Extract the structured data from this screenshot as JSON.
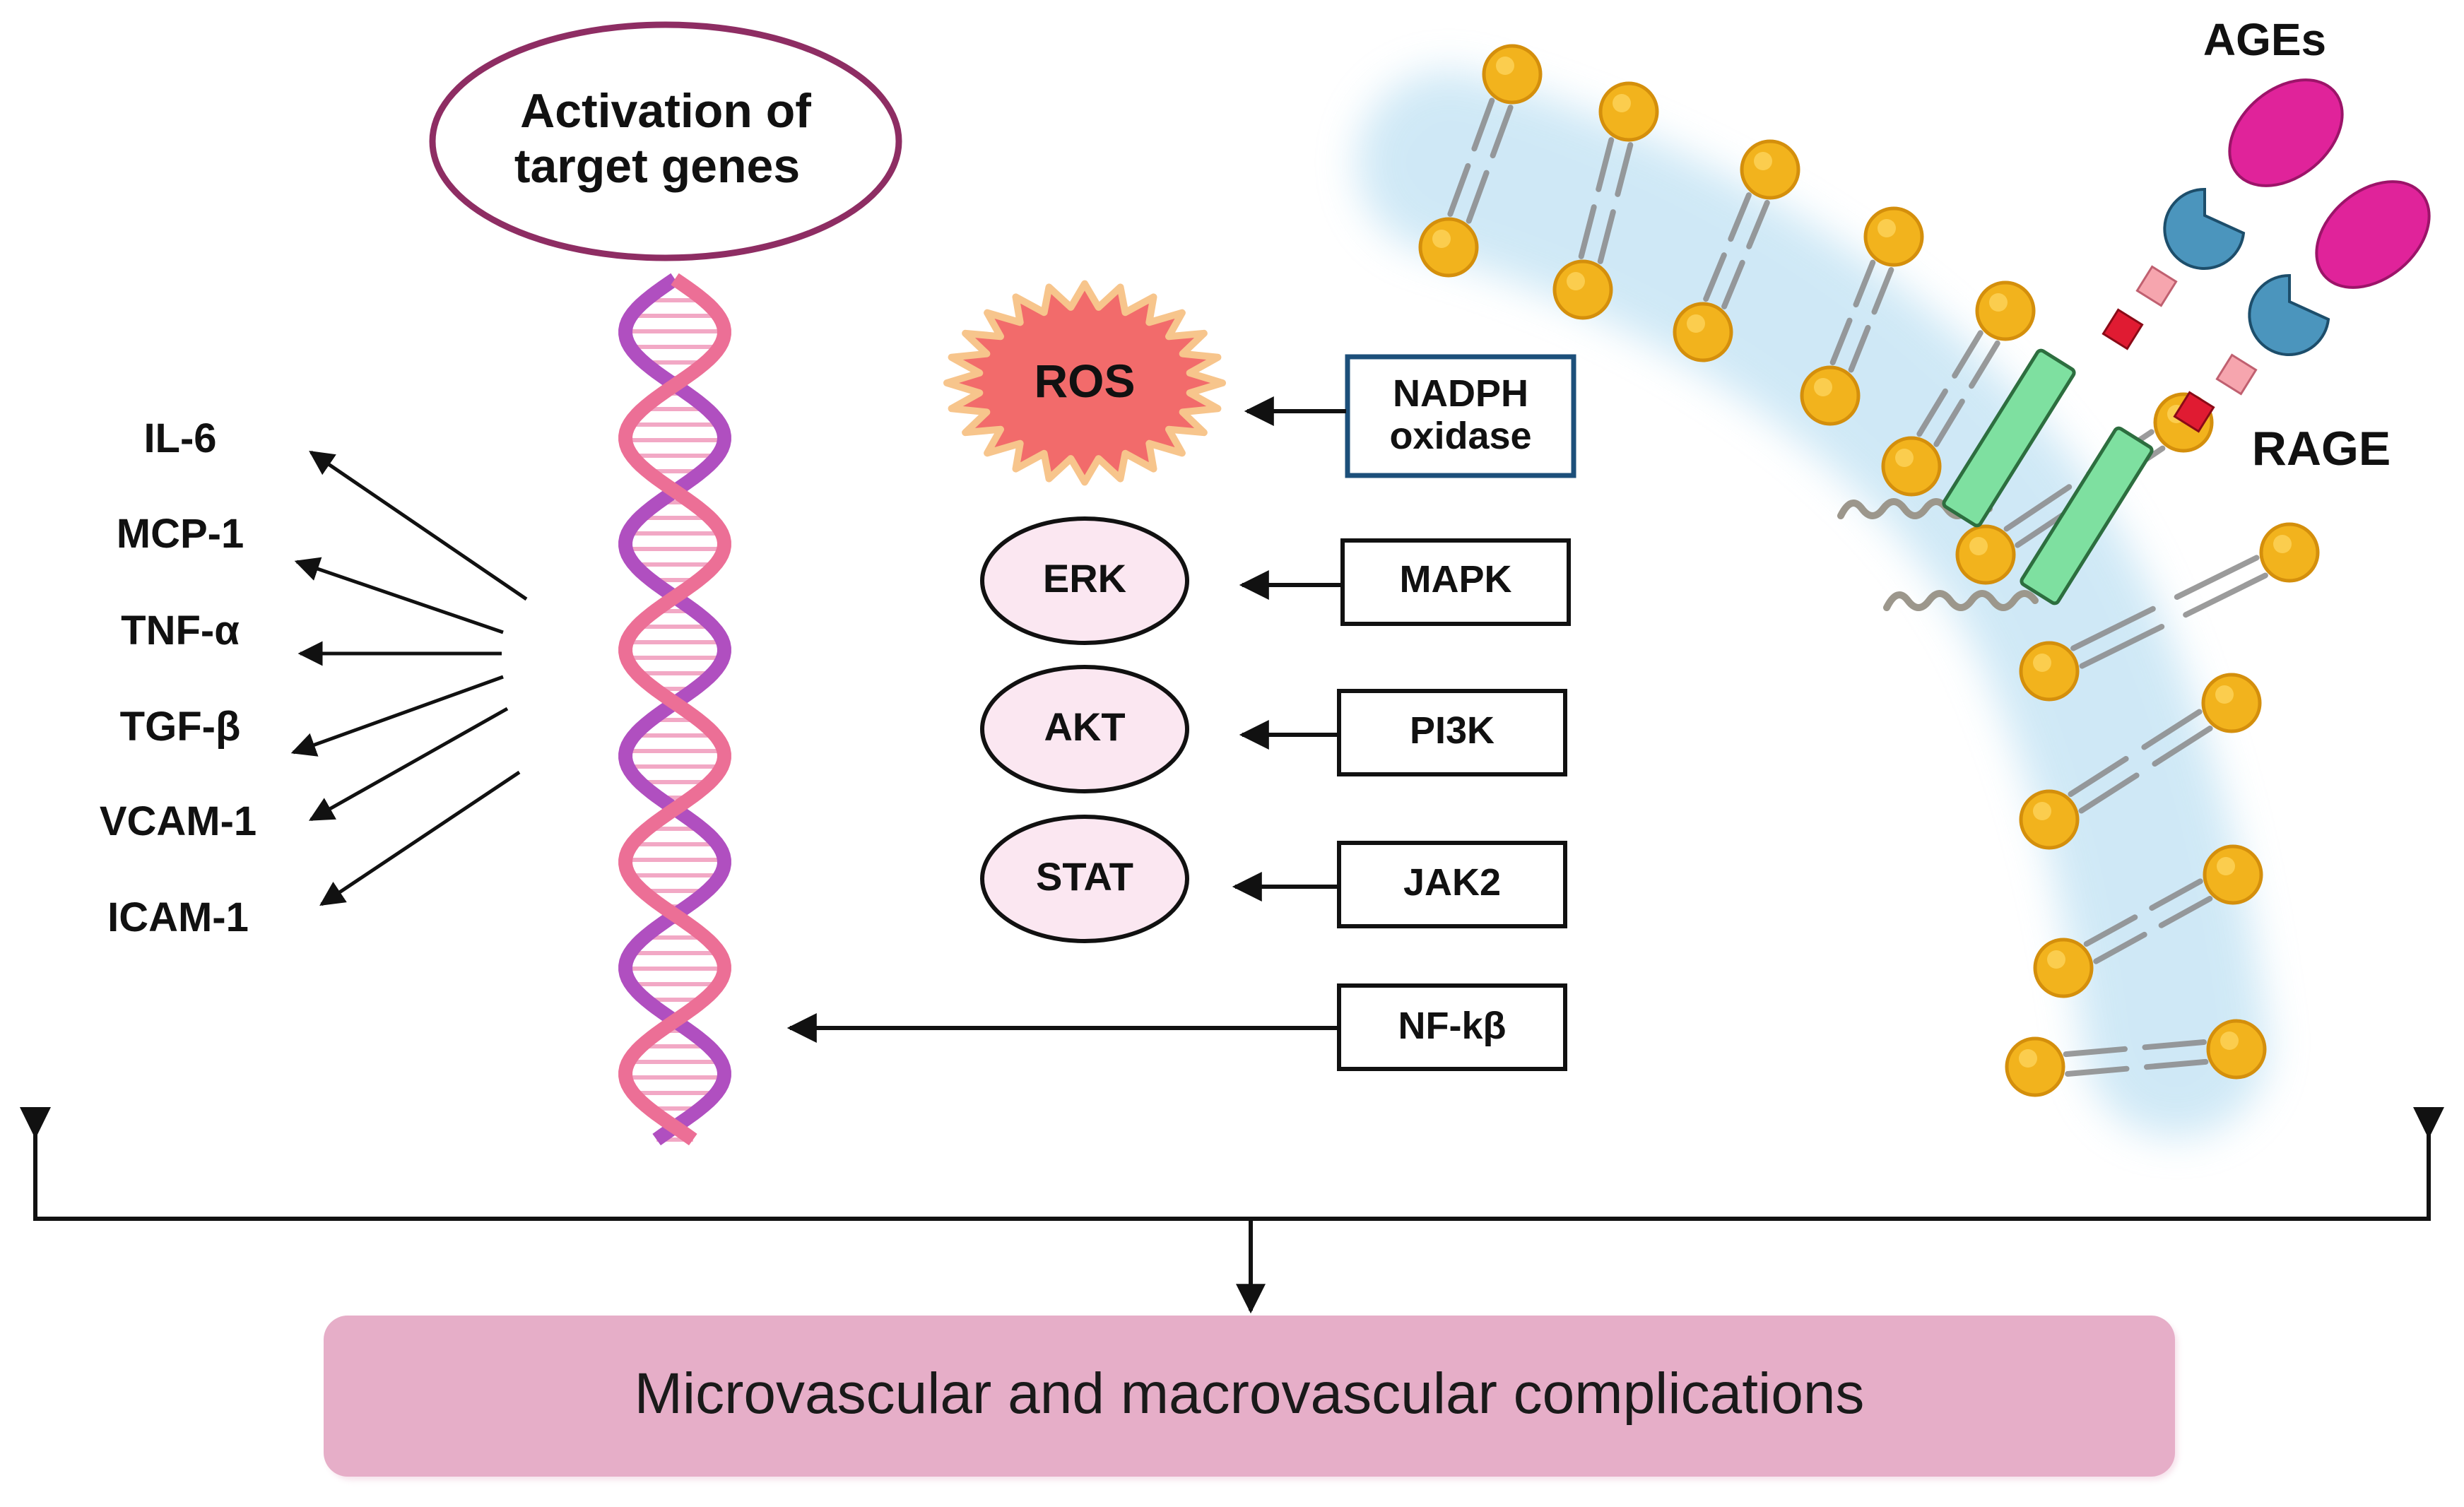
{
  "colors": {
    "dna_pink": "#ec6f96",
    "dna_purple": "#b04fc0",
    "ellipse_border": "#8e2d63",
    "ros_fill": "#f26b6b",
    "ros_rim": "#f7c58c",
    "nadph_border": "#1c4f7a",
    "outcome_fill": "#e6aec8",
    "ages": "#e0239a",
    "rage_green": "#7ee0a0",
    "rage_blue": "#4b95bd",
    "lipid_head": "#f2b31d",
    "membrane_glow": "#a9d7ef"
  },
  "icons": [
    "dna-helix",
    "ros-starburst",
    "cell-membrane",
    "rage-receptor",
    "ages-ligand"
  ],
  "nucleus": {
    "activation_label": [
      "Activation of",
      "target genes"
    ]
  },
  "target_genes": [
    "IL-6",
    "MCP-1",
    "TNF-α",
    "TGF-β",
    "VCAM-1",
    "ICAM-1"
  ],
  "pathways": [
    {
      "effector": "ROS",
      "upstream": [
        "NADPH",
        "oxidase"
      ]
    },
    {
      "effector": "ERK",
      "upstream": [
        "MAPK"
      ]
    },
    {
      "effector": "AKT",
      "upstream": [
        "PI3K"
      ]
    },
    {
      "effector": "STAT",
      "upstream": [
        "JAK2"
      ]
    }
  ],
  "transcription_factor": "NF-kβ",
  "ligand_label": "AGEs",
  "receptor_label": "RAGE",
  "outcome_label": "Microvascular and macrovascular complications"
}
